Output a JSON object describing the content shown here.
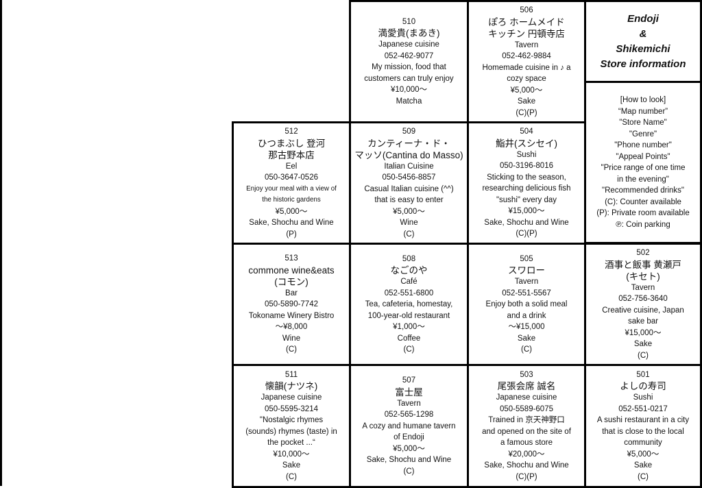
{
  "title": {
    "lines": [
      "Endoji",
      "&",
      "Shikemichi",
      "Store information"
    ]
  },
  "legend": {
    "lines": [
      "[How to look]",
      "“Map number”",
      "\"Store Name\"",
      "\"Genre\"",
      "\"Phone number\"",
      "\"Appeal Points\"",
      "\"Price range of one time",
      "in the evening\"",
      "\"Recommended drinks\"",
      "(C): Counter available",
      "(P): Private room available",
      "℗: Coin parking"
    ]
  },
  "stores": {
    "s510": {
      "number": "510",
      "name": [
        "満愛貴(まあき)"
      ],
      "genre": "Japanese cuisine",
      "phone": "052-462-9077",
      "appeal": [
        "My mission, food that",
        "customers can truly enjoy"
      ],
      "price": "¥10,000～",
      "drinks": "Matcha",
      "facilities": ""
    },
    "s506": {
      "number": "506",
      "name": [
        "ぽろ ホームメイド",
        "キッチン 円頓寺店"
      ],
      "genre": "Tavern",
      "phone": "052-462-9884",
      "appeal": [
        "Homemade cuisine in ♪ a",
        "cozy space"
      ],
      "price": "¥5,000～",
      "drinks": "Sake",
      "facilities": "(C)(P)"
    },
    "s512": {
      "number": "512",
      "name": [
        "ひつまぶし 登河",
        "那古野本店"
      ],
      "genre": "Eel",
      "phone": "050-3647-0526",
      "appeal": [
        "Enjoy your meal with a view of",
        "the historic gardens"
      ],
      "price": "¥5,000～",
      "drinks": "Sake, Shochu and Wine",
      "facilities": "(P)"
    },
    "s509": {
      "number": "509",
      "name": [
        "カンティーナ・ド・",
        "マッソ(Cantina do Masso)"
      ],
      "genre": "Italian Cuisine",
      "phone": "050-5456-8857",
      "appeal": [
        "Casual Italian cuisine (^^)",
        "that is easy to enter"
      ],
      "price": "¥5,000～",
      "drinks": "Wine",
      "facilities": "(C)"
    },
    "s504": {
      "number": "504",
      "name": [
        "鮨井(スシセイ)"
      ],
      "genre": "Sushi",
      "phone": "050-3196-8016",
      "appeal": [
        "Sticking to the season,",
        "researching delicious fish",
        "\"sushi\" every day"
      ],
      "price": "¥15,000～",
      "drinks": "Sake, Shochu and Wine",
      "facilities": "(C)(P)"
    },
    "s513": {
      "number": "513",
      "name": [
        "commone wine&eats",
        "(コモン)"
      ],
      "genre": "Bar",
      "phone": "050-5890-7742",
      "appeal": [
        "Tokoname Winery Bistro"
      ],
      "price": "～¥8,000",
      "drinks": "Wine",
      "facilities": "(C)"
    },
    "s508": {
      "number": "508",
      "name": [
        "なごのや"
      ],
      "genre": "Café",
      "phone": "052-551-6800",
      "appeal": [
        "Tea, cafeteria, homestay,",
        "100-year-old restaurant"
      ],
      "price": "¥1,000～",
      "drinks": "Coffee",
      "facilities": "(C)"
    },
    "s505": {
      "number": "505",
      "name": [
        "スワロー"
      ],
      "genre": "Tavern",
      "phone": "052-551-5567",
      "appeal": [
        "Enjoy both a solid meal",
        "and a drink"
      ],
      "price": "～¥15,000",
      "drinks": "Sake",
      "facilities": "(C)"
    },
    "s502": {
      "number": "502",
      "name": [
        "酒事と飯事 黄瀬戸",
        "(キセト)"
      ],
      "genre": "Tavern",
      "phone": "052-756-3640",
      "appeal": [
        "Creative cuisine, Japan",
        "sake bar"
      ],
      "price": "¥15,000～",
      "drinks": "Sake",
      "facilities": "(C)"
    },
    "s511": {
      "number": "511",
      "name": [
        "懐韻(ナツネ)"
      ],
      "genre": "Japanese cuisine",
      "phone": "050-5595-3214",
      "appeal": [
        "\"Nostalgic rhymes",
        "(sounds) rhymes (taste) in",
        "the pocket ...“"
      ],
      "price": "¥10,000～",
      "drinks": "Sake",
      "facilities": "(C)"
    },
    "s507": {
      "number": "507",
      "name": [
        "富士屋"
      ],
      "genre": "Tavern",
      "phone": "052-565-1298",
      "appeal": [
        "A cozy and humane tavern",
        "of Endoji"
      ],
      "price": "¥5,000～",
      "drinks": "Sake, Shochu and Wine",
      "facilities": "(C)"
    },
    "s503": {
      "number": "503",
      "name": [
        "尾張会席 誠名"
      ],
      "genre": "Japanese cuisine",
      "phone": "050-5589-6075",
      "appeal": [
        "Trained in 京天神野口",
        "and opened on the site of",
        "a famous store"
      ],
      "price": "¥20,000～",
      "drinks": "Sake, Shochu and Wine",
      "facilities": "(C)(P)"
    },
    "s501": {
      "number": "501",
      "name": [
        "よしの寿司"
      ],
      "genre": "Sushi",
      "phone": "052-551-0217",
      "appeal": [
        "A sushi restaurant in a city",
        "that is close to the local",
        "community"
      ],
      "price": "¥5,000～",
      "drinks": "Sake",
      "facilities": "(C)"
    }
  }
}
